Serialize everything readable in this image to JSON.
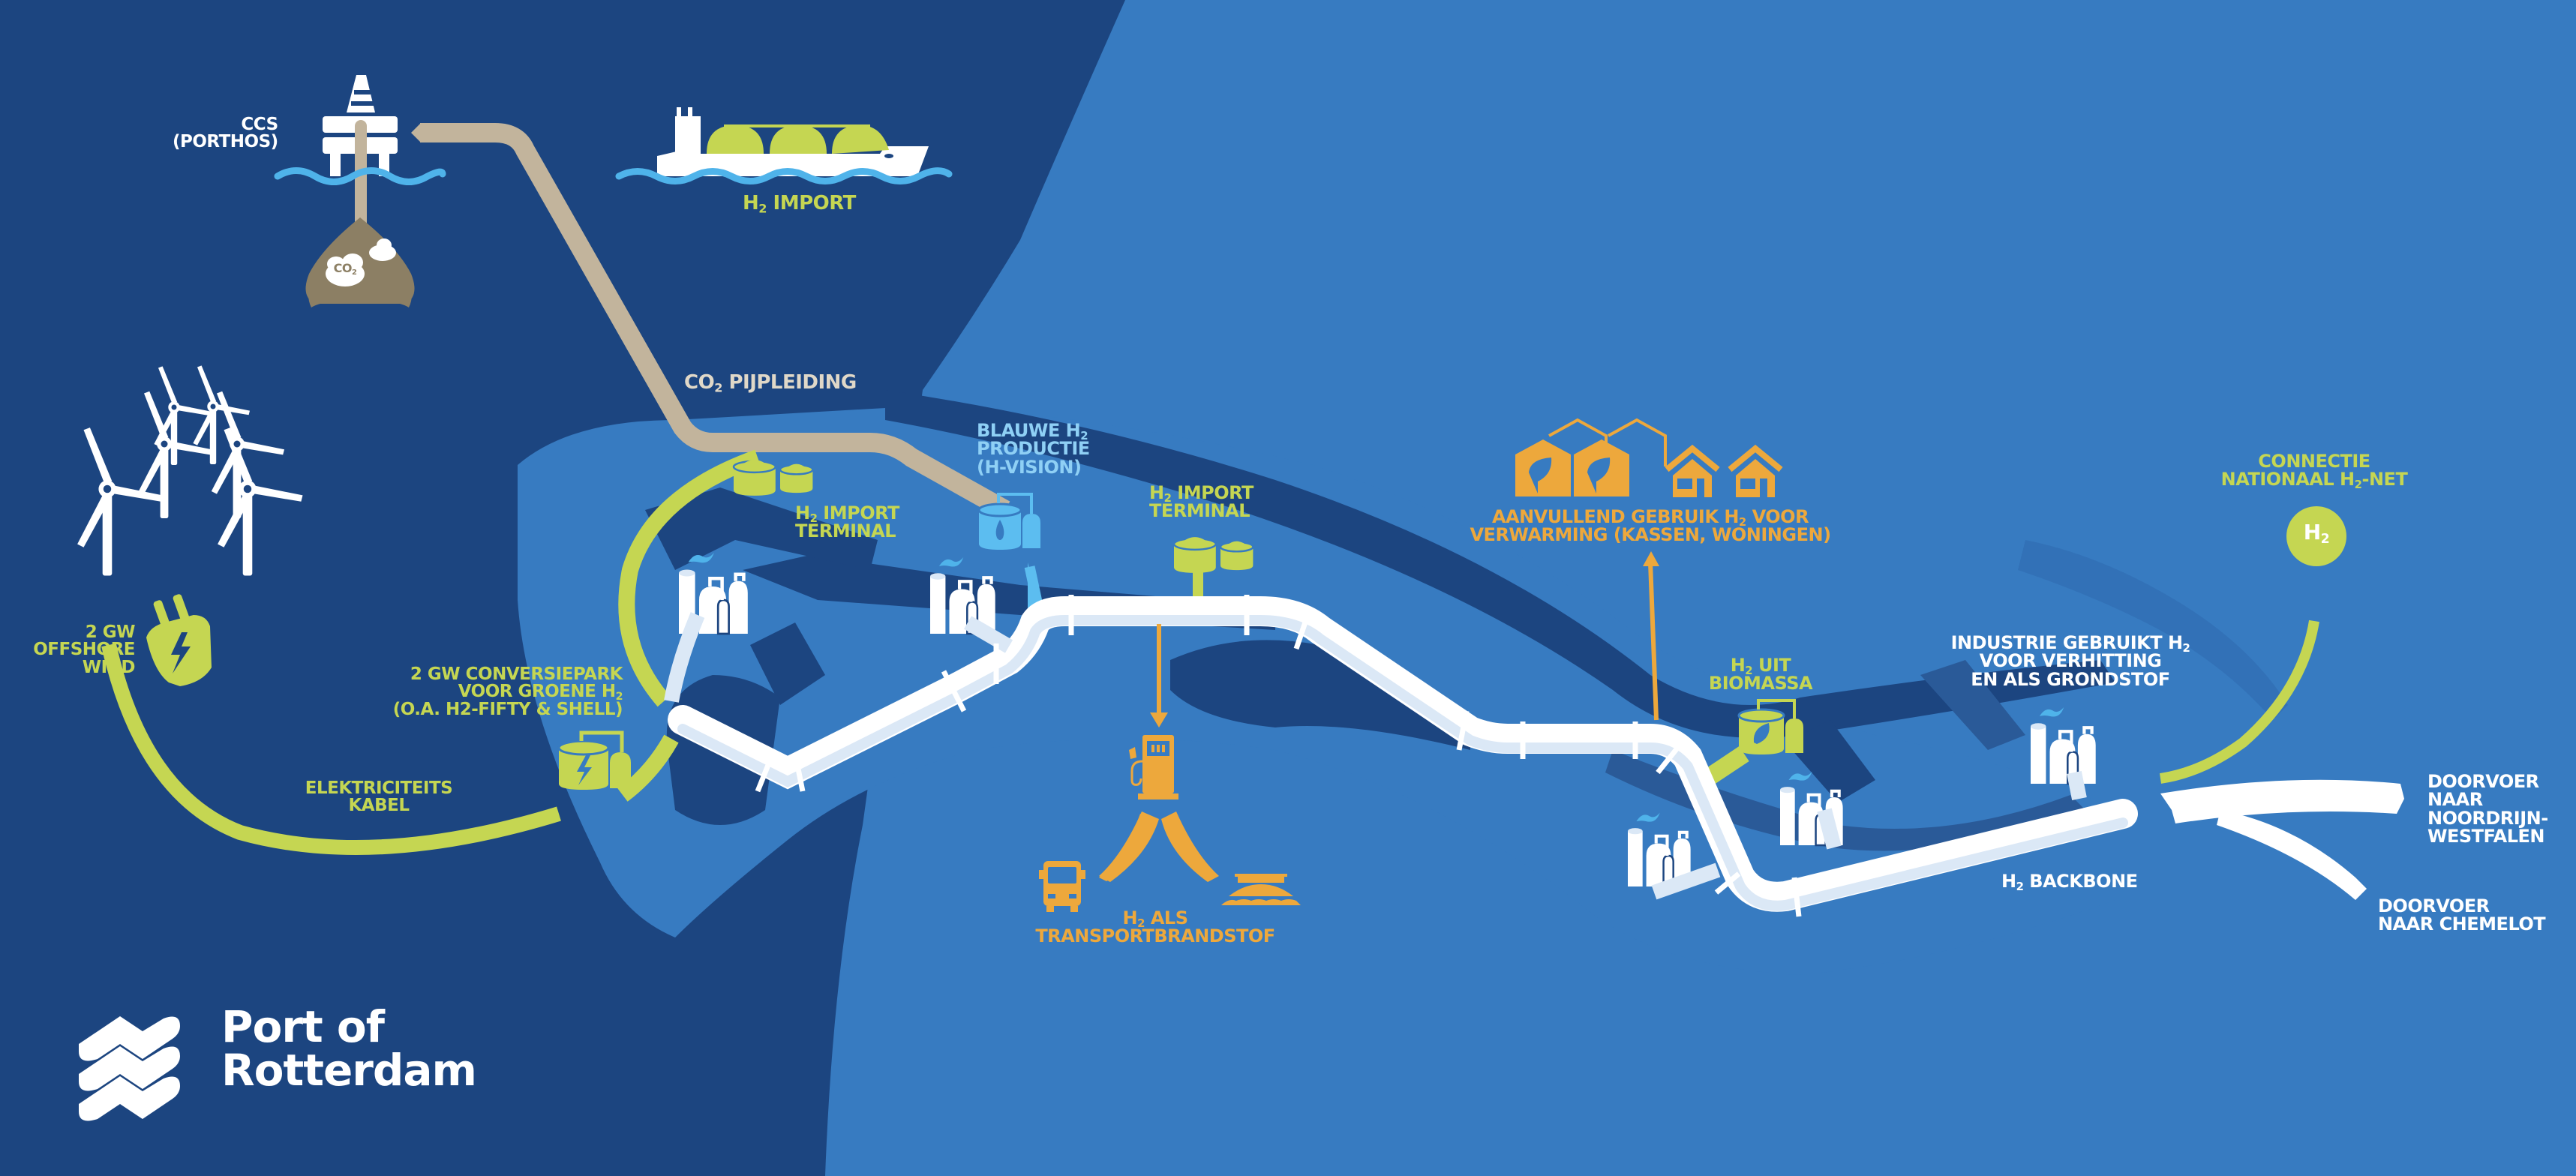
{
  "colors": {
    "sea_dark": "#1c4580",
    "land_mid": "#377bc1",
    "water_channels": "#1c4580",
    "lime": "#c5d652",
    "orange": "#eda83c",
    "pipe_white": "#ffffff",
    "pipe_shade": "#dbe8f6",
    "co2_pipe": "#c2b49c",
    "co2_reservoir": "#8c7f64",
    "wave": "#4fb3ea",
    "blue_h2": "#5cbdf0"
  },
  "labels": {
    "ccs": {
      "line1": "CCS",
      "line2": "(PORTHOS)"
    },
    "h2_import_ship": {
      "prefix": "H",
      "sub": "2",
      "suffix": " IMPORT"
    },
    "co2_pipeline": {
      "prefix": "CO",
      "sub": "2",
      "suffix": " PIJPLEIDING"
    },
    "blauwe_h2": {
      "line1_prefix": "BLAUWE H",
      "line1_sub": "2",
      "line2": "PRODUCTIE",
      "line3": "(H-VISION)"
    },
    "h2_import_terminal_1": {
      "line1_prefix": "H",
      "line1_sub": "2",
      "line1_suffix": " IMPORT",
      "line2": "TERMINAL"
    },
    "h2_import_terminal_2": {
      "line1_prefix": "H",
      "line1_sub": "2",
      "line1_suffix": " IMPORT",
      "line2": "TERMINAL"
    },
    "offshore_wind": {
      "line1": "2 GW",
      "line2": "OFFSHORE",
      "line3": "WIND"
    },
    "conversiepark": {
      "line1": "2 GW CONVERSIEPARK",
      "line2_prefix": "VOOR GROENE H",
      "line2_sub": "2",
      "line3": "(O.A. H2-FIFTY & SHELL)"
    },
    "elektriciteits_kabel": {
      "line1": "ELEKTRICITEITS",
      "line2": "KABEL"
    },
    "transportbrandstof": {
      "line1_prefix": "H",
      "line1_sub": "2",
      "line1_suffix": " ALS",
      "line2": "TRANSPORTBRANDSTOF"
    },
    "verwarming": {
      "line1_prefix": "AANVULLEND GEBRUIK H",
      "line1_sub": "2",
      "line1_suffix": " VOOR",
      "line2": "VERWARMING (KASSEN, WONINGEN)"
    },
    "biomassa": {
      "line1_prefix": "H",
      "line1_sub": "2",
      "line1_suffix": " UIT",
      "line2": "BIOMASSA"
    },
    "industrie": {
      "line1_prefix": "INDUSTRIE GEBRUIKT H",
      "line1_sub": "2",
      "line2": "VOOR VERHITTING",
      "line3": "EN ALS GRONDSTOF"
    },
    "connectie": {
      "line1": "CONNECTIE",
      "line2_prefix": "NATIONAAL H",
      "line2_sub": "2",
      "line2_suffix": "-NET"
    },
    "h2_badge": {
      "prefix": "H",
      "sub": "2"
    },
    "backbone": {
      "prefix": "H",
      "sub": "2",
      "suffix": " BACKBONE"
    },
    "doorvoer_nrw": {
      "line1": "DOORVOER",
      "line2": "NAAR",
      "line3": "NOORDRIJN-",
      "line4": "WESTFALEN"
    },
    "doorvoer_chemelot": {
      "line1": "DOORVOER",
      "line2": "NAAR CHEMELOT"
    },
    "co2_cloud": {
      "prefix": "CO",
      "sub": "2"
    }
  },
  "logo": {
    "line1": "Port of",
    "line2": "Rotterdam"
  },
  "icons": [
    "offshore-platform-icon",
    "co2-reservoir-icon",
    "lng-ship-icon",
    "wind-turbine-icon",
    "power-plug-icon",
    "electrolyser-icon",
    "storage-tank-icon",
    "blue-h2-plant-icon",
    "factory-icon",
    "fuel-pump-icon",
    "truck-icon",
    "barge-icon",
    "greenhouse-icon",
    "house-icon",
    "biomass-plant-icon",
    "h2-circle-icon",
    "port-of-rotterdam-logo-icon"
  ]
}
